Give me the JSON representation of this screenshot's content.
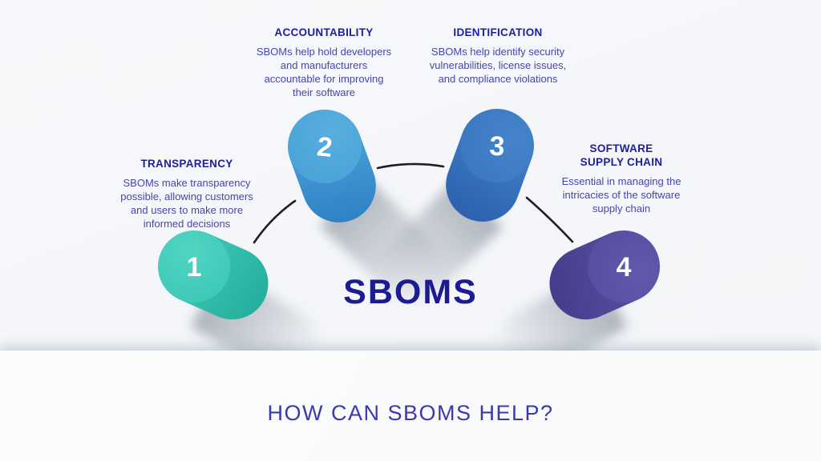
{
  "page": {
    "background": "#f5f6f9",
    "footer_background": "#fafbfc",
    "arc_color": "#1f1f1f"
  },
  "diagram": {
    "title": "SBOMS",
    "title_color": "#1b1b96",
    "heading_color": "#1e1e9c",
    "body_color": "#4646ad",
    "items": [
      {
        "number": "1",
        "heading": "TRANSPARENCY",
        "description": "SBOMs make transparency\npossible, allowing customers\nand users to make more\ninformed decisions",
        "color": "#3cc6b3"
      },
      {
        "number": "2",
        "heading": "ACCOUNTABILITY",
        "description": "SBOMs help hold developers\nand manufacturers\naccountable for improving\ntheir software",
        "color": "#459dd6"
      },
      {
        "number": "3",
        "heading": "IDENTIFICATION",
        "description": "SBOMs help identify security\nvulnerabilities, license issues,\nand compliance violations",
        "color": "#3671bd"
      },
      {
        "number": "4",
        "heading": "SOFTWARE\nSUPPLY CHAIN",
        "description": "Essential in managing the\nintricacies of the software\nsupply chain",
        "color": "#544b9e"
      }
    ]
  },
  "footer": {
    "question": "HOW CAN SBOMS HELP?",
    "color": "#3a3aad"
  }
}
